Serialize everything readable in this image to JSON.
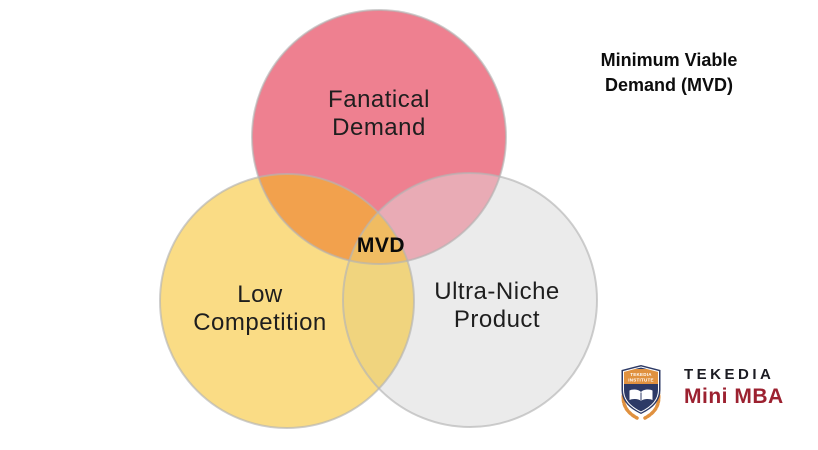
{
  "heading": {
    "line1": "Minimum Viable",
    "line2": "Demand (MVD)"
  },
  "venn": {
    "center_label": "MVD",
    "outline_color": "#b4b4b4",
    "sets": [
      {
        "name": "Fanatical Demand",
        "line1": "Fanatical",
        "line2": "Demand",
        "color": "#ee8090"
      },
      {
        "name": "Low Competition",
        "line1": "Low",
        "line2": "Competition",
        "color": "#fadc85"
      },
      {
        "name": "Ultra-Niche Product",
        "line1": "Ultra-Niche",
        "line2": "Product",
        "color": "#ebebeb"
      }
    ],
    "overlaps": {
      "fanatical_low": "#f2a14d",
      "fanatical_ultra": "#e9abb5",
      "low_ultra": "#f0d47e",
      "center": "#f0bc62"
    }
  },
  "logo": {
    "shield_line1": "TEKEDIA",
    "shield_line2": "INSTITUTE",
    "brand": "TEKEDIA",
    "product": "Mini MBA",
    "brand_color": "#1b1b22",
    "product_color": "#9c2130",
    "shield_color": "#2d3a66",
    "accent_color": "#e0913f"
  }
}
